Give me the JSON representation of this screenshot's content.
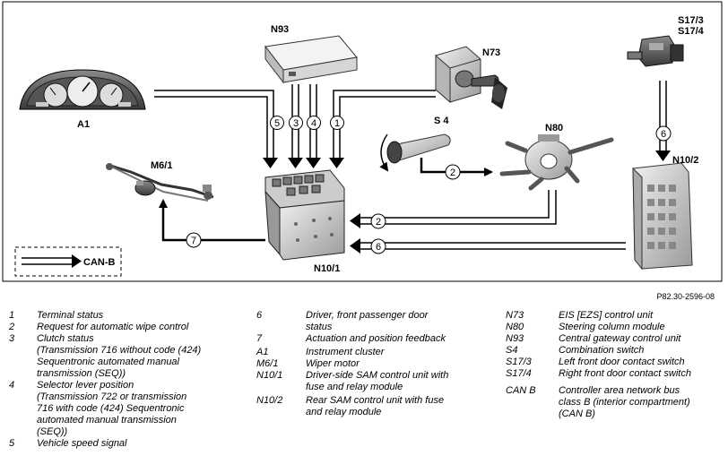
{
  "diagram": {
    "labels": {
      "a1": "A1",
      "n93": "N93",
      "n73": "N73",
      "s17": "S17/3",
      "s17b": "S17/4",
      "m61": "M6/1",
      "s4": "S 4",
      "n80": "N80",
      "n102": "N10/2",
      "n101": "N10/1",
      "canb": "CAN-B"
    },
    "circles": {
      "c5": "5",
      "c3": "3",
      "c4": "4",
      "c1": "1",
      "c2a": "2",
      "c2b": "2",
      "c6a": "6",
      "c6b": "6",
      "c7": "7"
    },
    "figure_ref": "P82.30-2596-08"
  },
  "legend": {
    "col1": [
      {
        "key": "1",
        "text": "Terminal status"
      },
      {
        "key": "2",
        "text": "Request for automatic wipe control"
      },
      {
        "key": "3",
        "text": "Clutch status\n(Transmission 716 without code (424)\nSequentronic automated manual\ntransmission (SEQ))"
      },
      {
        "key": "4",
        "text": "Selector lever position\n(Transmission 722 or transmission\n716 with code (424) Sequentronic\nautomated manual transmission\n(SEQ))"
      },
      {
        "key": "5",
        "text": "Vehicle speed signal"
      }
    ],
    "col2": [
      {
        "key": "6",
        "text": "Driver, front passenger door\nstatus"
      },
      {
        "key": "7",
        "text": "Actuation and position feedback"
      },
      {
        "key": "A1",
        "text": "Instrument cluster"
      },
      {
        "key": "M6/1",
        "text": "Wiper motor"
      },
      {
        "key": "N10/1",
        "text": "Driver-side SAM control unit with\nfuse and relay module"
      },
      {
        "key": "N10/2",
        "text": "Rear SAM control unit with fuse\nand relay module"
      }
    ],
    "col3": [
      {
        "key": "N73",
        "text": "EIS [EZS] control unit"
      },
      {
        "key": "N80",
        "text": "Steering column module"
      },
      {
        "key": "N93",
        "text": "Central gateway control unit"
      },
      {
        "key": "S4",
        "text": "Combination switch"
      },
      {
        "key": "S17/3",
        "text": "Left front door contact switch"
      },
      {
        "key": "S17/4",
        "text": "Right front door contact switch"
      },
      {
        "key": "CAN B",
        "text": "Controller area network bus\nclass B (interior compartment)\n(CAN B)"
      }
    ]
  }
}
